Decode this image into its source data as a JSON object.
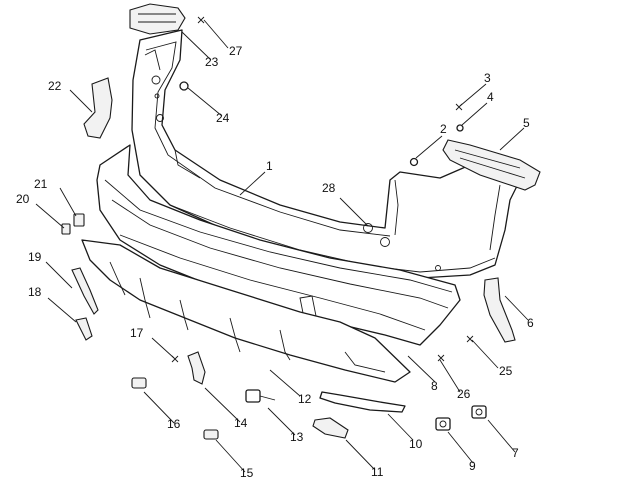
{
  "callouts": [
    {
      "id": "c1",
      "label": "1"
    },
    {
      "id": "c2",
      "label": "2"
    },
    {
      "id": "c3",
      "label": "3"
    },
    {
      "id": "c4",
      "label": "4"
    },
    {
      "id": "c5",
      "label": "5"
    },
    {
      "id": "c6",
      "label": "6"
    },
    {
      "id": "c7",
      "label": "7"
    },
    {
      "id": "c8",
      "label": "8"
    },
    {
      "id": "c9",
      "label": "9"
    },
    {
      "id": "c10",
      "label": "10"
    },
    {
      "id": "c11",
      "label": "11"
    },
    {
      "id": "c12",
      "label": "12"
    },
    {
      "id": "c13",
      "label": "13"
    },
    {
      "id": "c14",
      "label": "14"
    },
    {
      "id": "c15",
      "label": "15"
    },
    {
      "id": "c16",
      "label": "16"
    },
    {
      "id": "c17",
      "label": "17"
    },
    {
      "id": "c18",
      "label": "18"
    },
    {
      "id": "c19",
      "label": "19"
    },
    {
      "id": "c20",
      "label": "20"
    },
    {
      "id": "c21",
      "label": "21"
    },
    {
      "id": "c22",
      "label": "22"
    },
    {
      "id": "c23",
      "label": "23"
    },
    {
      "id": "c24",
      "label": "24"
    },
    {
      "id": "c25",
      "label": "25"
    },
    {
      "id": "c26",
      "label": "26"
    },
    {
      "id": "c27",
      "label": "27"
    },
    {
      "id": "c28",
      "label": "28"
    }
  ],
  "colors": {
    "line": "#1a1a1a",
    "background": "#ffffff"
  }
}
